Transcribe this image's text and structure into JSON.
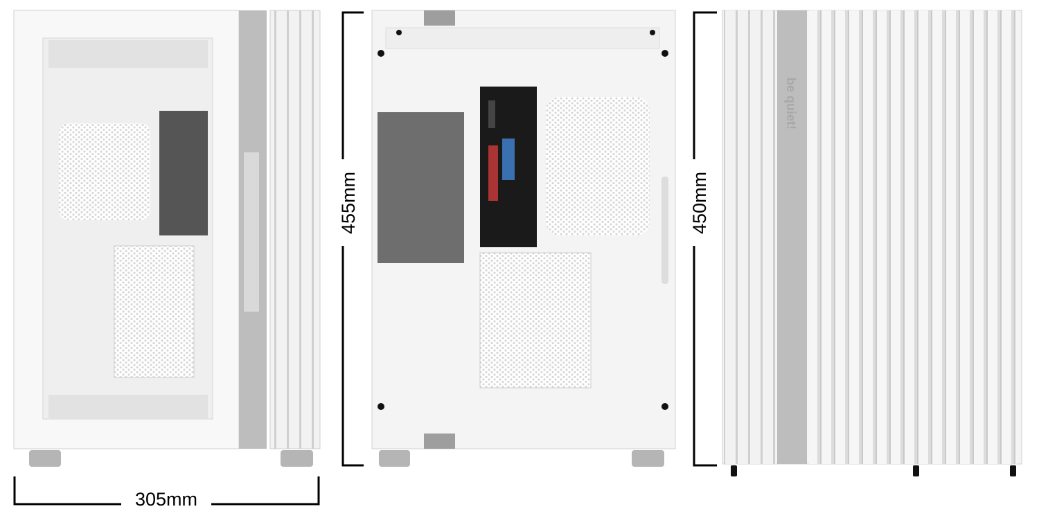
{
  "dimensions": {
    "width_label": "305mm",
    "height_back_label": "455mm",
    "height_front_label": "450mm"
  },
  "brand": {
    "logo_text": "be quiet!"
  },
  "colors": {
    "case_white": "#f4f4f4",
    "trim_gray": "#bdbdbd",
    "io_shield": "#1a1a1a",
    "dimension_line": "#000000"
  }
}
